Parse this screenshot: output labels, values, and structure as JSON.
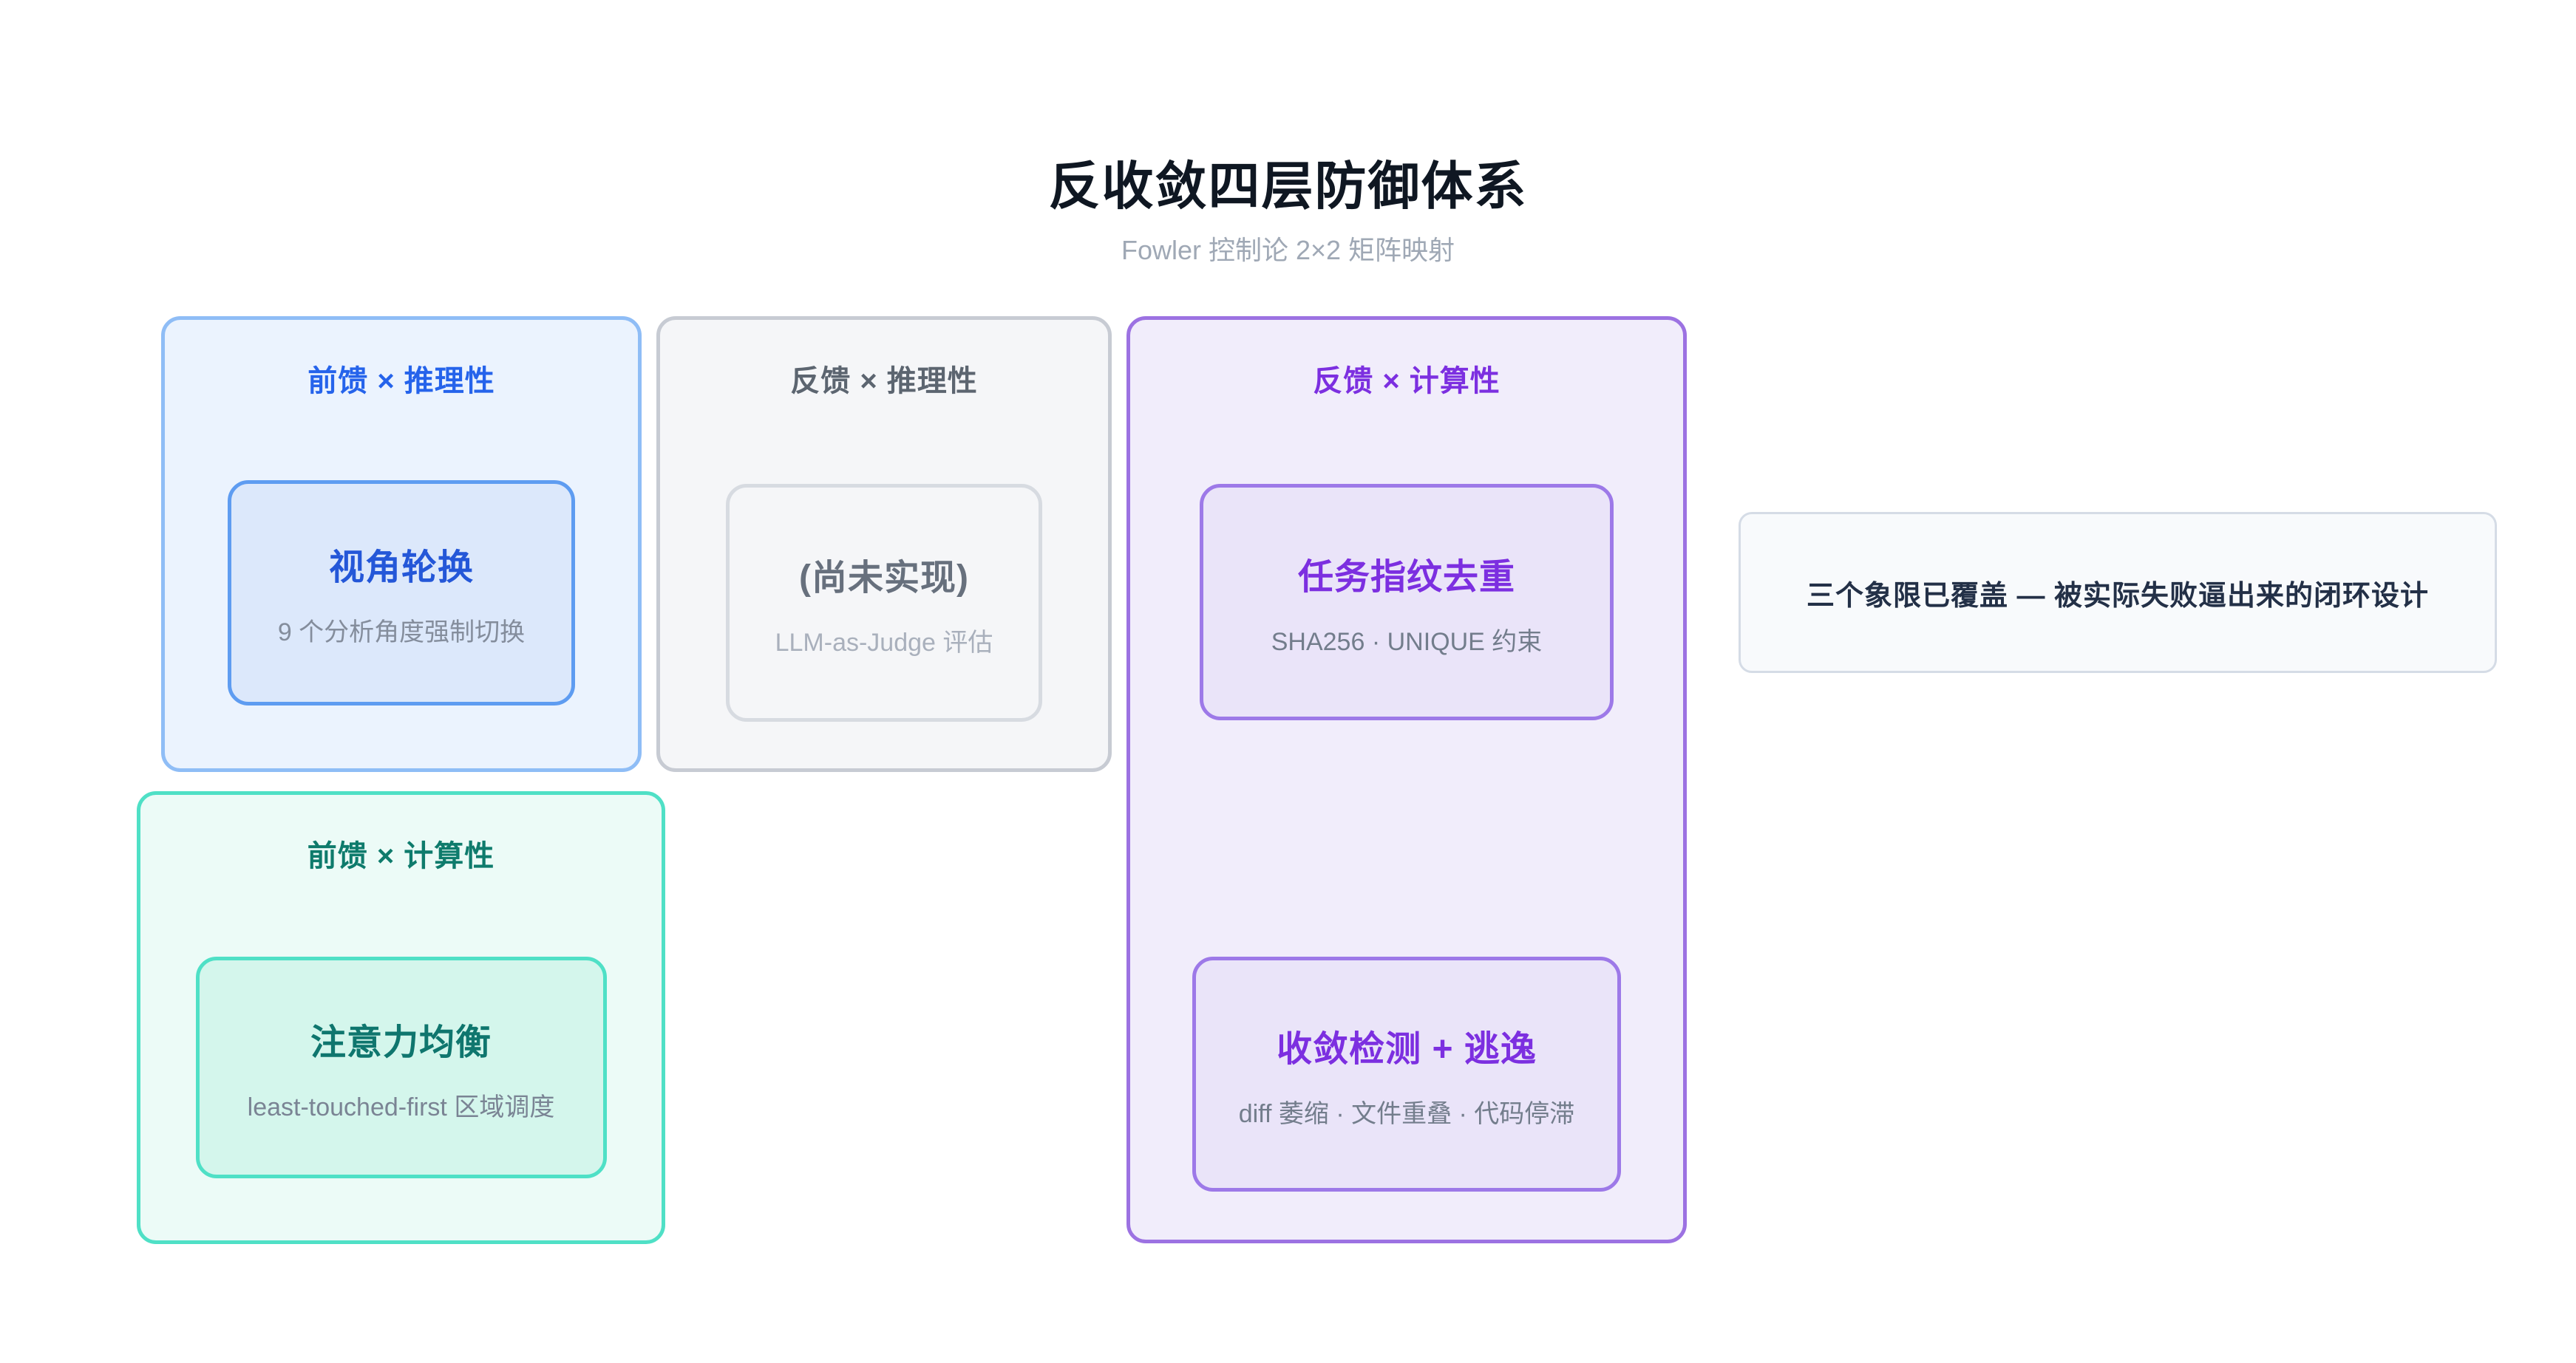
{
  "page": {
    "title": "反收敛四层防御体系",
    "subtitle": "Fowler 控制论 2×2 矩阵映射"
  },
  "quadrants": [
    {
      "id": "feedforward-reasoning",
      "label": "前馈 × 推理性",
      "accent": "#2563eb",
      "cards": [
        {
          "title": "视角轮换",
          "subtitle": "9 个分析角度强制切换"
        }
      ]
    },
    {
      "id": "feedback-reasoning",
      "label": "反馈 × 推理性",
      "accent": "#5c6570",
      "cards": [
        {
          "title": "(尚未实现)",
          "subtitle": "LLM-as-Judge 评估"
        }
      ]
    },
    {
      "id": "feedback-computational",
      "label": "反馈 × 计算性",
      "accent": "#7c2fe0",
      "cards": [
        {
          "title": "任务指纹去重",
          "subtitle": "SHA256 · UNIQUE 约束"
        },
        {
          "title": "收敛检测 + 逃逸",
          "subtitle": "diff 萎缩 · 文件重叠 · 代码停滞"
        }
      ]
    },
    {
      "id": "feedforward-computational",
      "label": "前馈 × 计算性",
      "accent": "#0e7b6c",
      "cards": [
        {
          "title": "注意力均衡",
          "subtitle": "least-touched-first 区域调度"
        }
      ]
    }
  ],
  "note": {
    "text": "三个象限已覆盖 — 被实际失败逼出来的闭环设计"
  },
  "palette": {
    "page_background": "#ffffff",
    "title_color": "#0f1722",
    "subtitle_color": "#9fa8b5",
    "blue_quadrant": {
      "bg": "#ebf3fe",
      "border": "#8fbdf6",
      "card_bg": "#dce8fb",
      "card_border": "#5e9cf1"
    },
    "gray_quadrant": {
      "bg": "#f5f6f8",
      "border": "#c7cbd3",
      "card_bg": "#f5f6f8",
      "card_border": "#d7dbe1"
    },
    "purple_quadrant": {
      "bg": "#f1edfb",
      "border": "#9c72e2",
      "card_bg": "#eae4f9",
      "card_border": "#9d79e8"
    },
    "teal_quadrant": {
      "bg": "#ecfbf7",
      "border": "#4fe0c6",
      "card_bg": "#d4f6ec",
      "card_border": "#4fe0c6"
    },
    "note_box": {
      "bg": "#f8fafc",
      "border": "#d5dce6",
      "text": "#233047"
    }
  }
}
